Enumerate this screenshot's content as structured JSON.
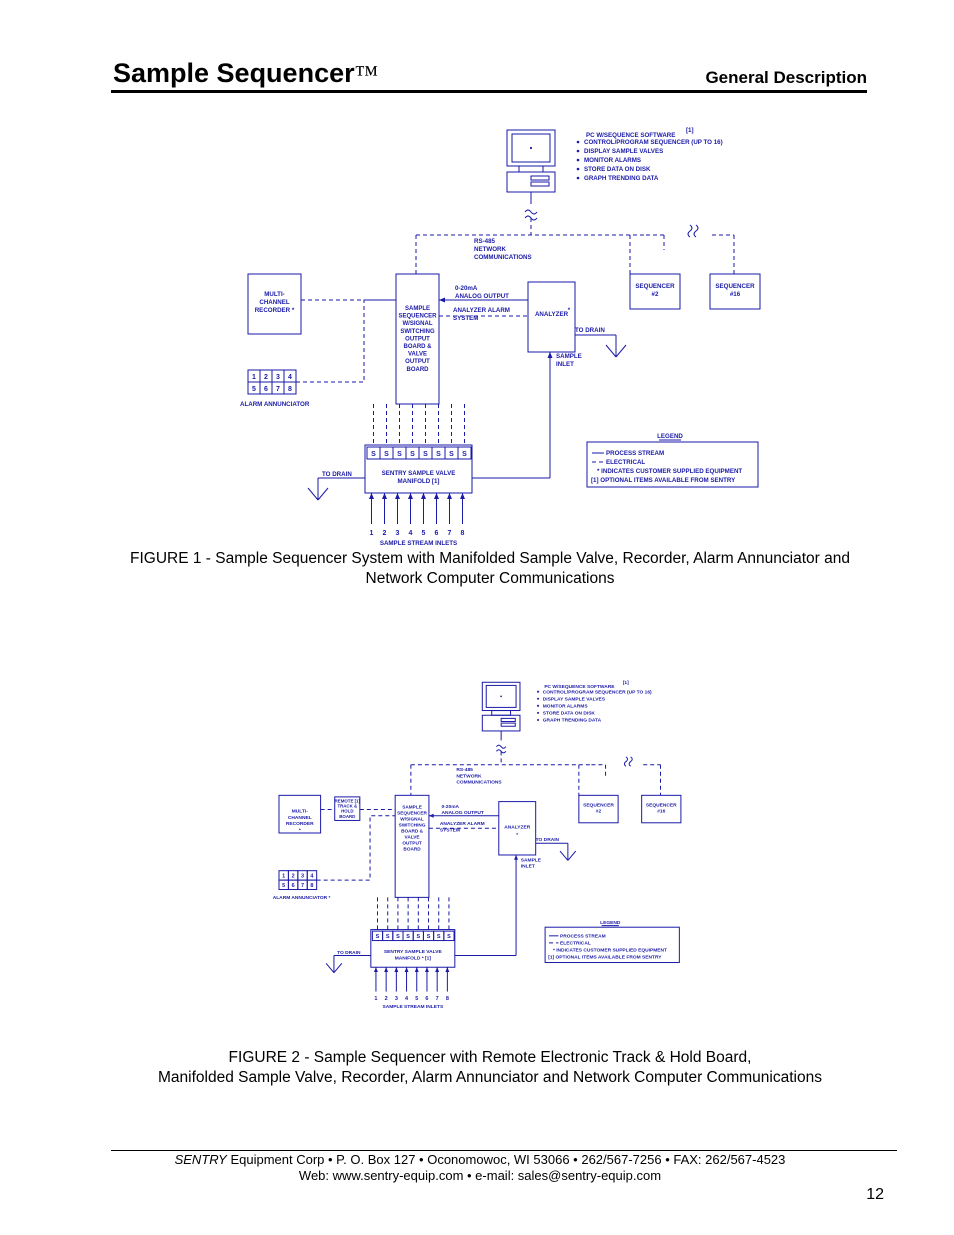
{
  "header": {
    "title": "Sample Sequencer",
    "trademark": "™",
    "section": "General Description"
  },
  "figures": [
    {
      "caption_lines": [
        "FIGURE 1 - Sample Sequencer System with Manifolded Sample Valve, Recorder, Alarm Annunciator and",
        "Network Computer Communications"
      ],
      "pc_title": "PC W/SEQUENCE SOFTWARE",
      "pc_footnote": "[1]",
      "pc_features": [
        "CONTROL/PROGRAM SEQUENCER (UP TO 16)",
        "DISPLAY SAMPLE VALVES",
        "MONITOR ALARMS",
        "STORE DATA ON DISK",
        "GRAPH TRENDING DATA"
      ],
      "network_label": [
        "RS-485",
        "NETWORK",
        "COMMUNICATIONS"
      ],
      "seq2_label": [
        "SEQUENCER",
        "#2"
      ],
      "seq16_label": [
        "SEQUENCER",
        "#16"
      ],
      "recorder_label": [
        "MULTI-",
        "CHANNEL",
        "RECORDER *"
      ],
      "sequencer_label": [
        "SAMPLE",
        "SEQUENCER",
        "W/SIGNAL",
        "SWITCHING",
        "OUTPUT",
        "BOARD &",
        "VALVE",
        "OUTPUT",
        "BOARD"
      ],
      "analog_label": [
        "0-20mA",
        "ANALOG OUTPUT"
      ],
      "alarm_label": [
        "ANALYZER ALARM",
        "SYSTEM"
      ],
      "analyzer_label": "ANALYZER",
      "asterisk": "*",
      "to_drain": "TO DRAIN",
      "sample_inlet": [
        "SAMPLE",
        "INLET"
      ],
      "annunciator_cells": [
        "1",
        "2",
        "3",
        "4",
        "5",
        "6",
        "7",
        "8"
      ],
      "annunciator_label": "ALARM ANNUNCIATOR",
      "valve_letters": [
        "S",
        "S",
        "S",
        "S",
        "S",
        "S",
        "S",
        "S"
      ],
      "manifold_label": [
        "SENTRY SAMPLE VALVE",
        "MANIFOLD [1]"
      ],
      "inlet_numbers": [
        "1",
        "2",
        "3",
        "4",
        "5",
        "6",
        "7",
        "8"
      ],
      "inlets_label": "SAMPLE STREAM INLETS",
      "legend_title": "LEGEND",
      "legend_items": [
        "PROCESS STREAM",
        "ELECTRICAL",
        "* INDICATES CUSTOMER SUPPLIED EQUIPMENT",
        "[1] OPTIONAL ITEMS AVAILABLE FROM SENTRY"
      ]
    },
    {
      "caption_lines": [
        "FIGURE 2 - Sample Sequencer with Remote Electronic Track & Hold Board,",
        "Manifolded Sample Valve, Recorder, Alarm Annunciator and Network Computer Communications"
      ],
      "pc_title": "PC W/SEQUENCE SOFTWARE",
      "pc_footnote": "[1]",
      "pc_features": [
        "CONTROL/PROGRAM SEQUENCER (UP TO 16)",
        "DISPLAY SAMPLE VALVES",
        "MONITOR ALARMS",
        "STORE DATA ON DISK",
        "GRAPH TRENDING DATA"
      ],
      "network_label": [
        "RS-485",
        "NETWORK",
        "COMMUNICATIONS"
      ],
      "seq2_label": [
        "SEQUENCER",
        "#2"
      ],
      "seq16_label": [
        "SEQUENCER",
        "#16"
      ],
      "recorder_label": [
        "MULTI-",
        "CHANNEL",
        "RECORDER",
        "*"
      ],
      "remote_label": [
        "REMOTE [1]",
        "TRACK &",
        "HOLD",
        "BOARD"
      ],
      "sequencer_label": [
        "SAMPLE",
        "SEQUENCER",
        "W/SIGNAL",
        "SWITCHING",
        "BOARD &",
        "VALVE",
        "OUTPUT",
        "BOARD"
      ],
      "analog_label": [
        "0-20mA",
        "ANALOG OUTPUT"
      ],
      "alarm_label": [
        "ANALYZER ALARM",
        "SYSTEM"
      ],
      "analyzer_label": "ANALYZER",
      "asterisk": "*",
      "to_drain": "TO DRAIN",
      "sample_inlet": [
        "SAMPLE",
        "INLET"
      ],
      "annunciator_cells": [
        "1",
        "2",
        "3",
        "4",
        "5",
        "6",
        "7",
        "8"
      ],
      "annunciator_label": "ALARM ANNUNCIATOR *",
      "valve_letters": [
        "S",
        "S",
        "S",
        "S",
        "S",
        "S",
        "S",
        "S"
      ],
      "manifold_label": [
        "SENTRY SAMPLE VALVE",
        "MANIFOLD * [1]"
      ],
      "inlet_numbers": [
        "1",
        "2",
        "3",
        "4",
        "5",
        "6",
        "7",
        "8"
      ],
      "inlets_label": "SAMPLE STREAM INLETS",
      "legend_title": "LEGEND",
      "legend_items": [
        "PROCESS STREAM",
        "ELECTRICAL",
        "* INDICATES CUSTOMER SUPPLIED EQUIPMENT",
        "[1] OPTIONAL ITEMS AVAILABLE FROM SENTRY"
      ]
    }
  ],
  "footer": {
    "company": "SENTRY",
    "address": "Equipment Corp • P. O. Box 127 • Oconomowoc, WI  53066 • 262/567-7256 • FAX: 262/567-4523",
    "web": "Web: www.sentry-equip.com • e-mail: sales@sentry-equip.com",
    "page": "12"
  },
  "colors": {
    "diagram_ink": "#1a1aa8",
    "text": "#000000",
    "background": "#ffffff"
  }
}
